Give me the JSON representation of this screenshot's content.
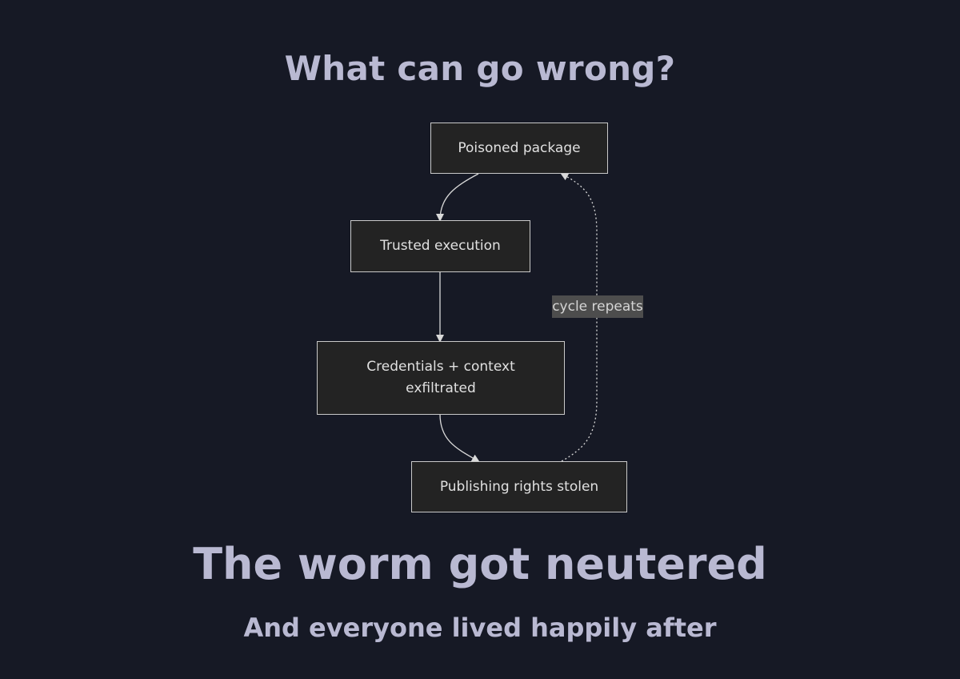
{
  "slide": {
    "title": "What can go wrong?",
    "headline": "The worm got neutered",
    "subline": "And everyone lived happily after"
  },
  "diagram": {
    "nodes": [
      {
        "id": "poisoned",
        "label": "Poisoned package"
      },
      {
        "id": "trusted",
        "label": "Trusted execution"
      },
      {
        "id": "creds",
        "label_line1": "Credentials + context",
        "label_line2": "exfiltrated"
      },
      {
        "id": "publishing",
        "label": "Publishing rights stolen"
      }
    ],
    "edges": [
      {
        "from": "poisoned",
        "to": "trusted",
        "style": "solid"
      },
      {
        "from": "trusted",
        "to": "creds",
        "style": "solid"
      },
      {
        "from": "creds",
        "to": "publishing",
        "style": "solid"
      },
      {
        "from": "publishing",
        "to": "poisoned",
        "style": "dotted",
        "label": "cycle repeats"
      }
    ]
  },
  "colors": {
    "background": "#161925",
    "heading_text": "#b9b9d2",
    "node_fill": "#232323",
    "node_border": "#c9c9c9",
    "edge": "#d9d9d9",
    "edge_label_bg": "#4d4d4d"
  }
}
